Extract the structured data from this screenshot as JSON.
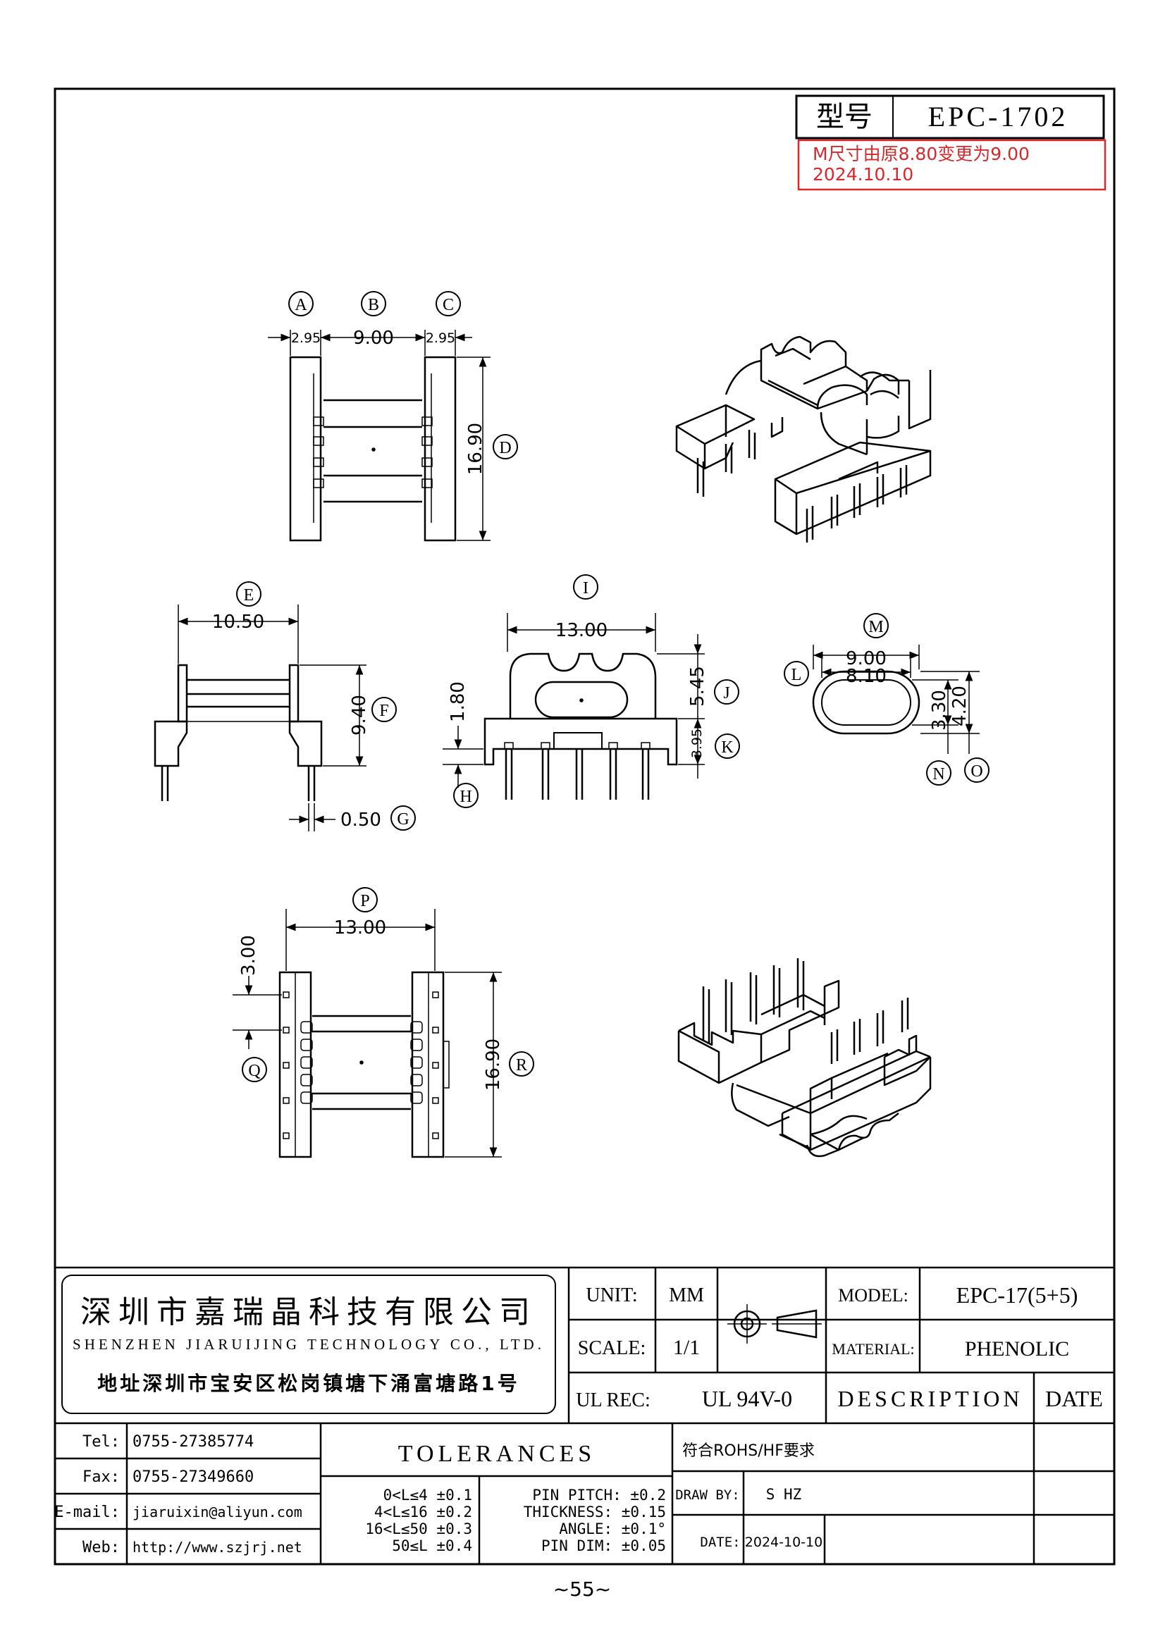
{
  "title_block": {
    "model_label": "型号",
    "model_value": "EPC-1702",
    "revision_line1": "M尺寸由原8.80变更为9.00",
    "revision_line2": "2024.10.10"
  },
  "callouts": [
    "A",
    "B",
    "C",
    "D",
    "E",
    "F",
    "G",
    "H",
    "I",
    "J",
    "K",
    "L",
    "M",
    "N",
    "O",
    "P",
    "Q",
    "R"
  ],
  "dimensions": {
    "a": "2.95",
    "b": "9.00",
    "c": "2.95",
    "d": "16.90",
    "e": "10.50",
    "f": "9.40",
    "g": "0.50",
    "i": "13.00",
    "h": "1.80",
    "j": "5.45",
    "k": "3.95",
    "m1": "9.00",
    "m2": "8.10",
    "n": "3.30",
    "o": "4.20",
    "p": "13.00",
    "q": "3.00",
    "r": "16.90"
  },
  "company": {
    "name_cn": "深圳市嘉瑞晶科技有限公司",
    "name_en": "SHENZHEN JIARUIJING TECHNOLOGY CO., LTD.",
    "address": "地址深圳市宝安区松岗镇塘下涌富塘路1号"
  },
  "specs": {
    "unit_label": "UNIT:",
    "unit_value": "MM",
    "scale_label": "SCALE:",
    "scale_value": "1/1",
    "ul_label": "UL REC:",
    "ul_value": "UL 94V-0",
    "model_label": "MODEL:",
    "model_value": "EPC-17(5+5)",
    "material_label": "MATERIAL:",
    "material_value": "PHENOLIC",
    "description_header": "DESCRIPTION",
    "date_header": "DATE"
  },
  "contact": {
    "tel_label": "Tel:",
    "tel_value": "0755-27385774",
    "fax_label": "Fax:",
    "fax_value": "0755-27349660",
    "email_label": "E-mail:",
    "email_value": "jiaruixin@aliyun.com",
    "web_label": "Web:",
    "web_value": "http://www.szjrj.net"
  },
  "tolerances": {
    "title": "TOLERANCES",
    "range1": "0<L≤4 ±0.1",
    "range2": "4<L≤16 ±0.2",
    "range3": "16<L≤50 ±0.3",
    "range4": "50≤L ±0.4",
    "pin_pitch": "PIN PITCH: ±0.2",
    "thickness": "THICKNESS: ±0.15",
    "angle": "ANGLE: ±0.1°",
    "pin_dim": "PIN DIM: ±0.05"
  },
  "compliance": "符合ROHS/HF要求",
  "draw": {
    "drawby_label": "DRAW BY:",
    "drawby_value": "S HZ",
    "date_label": "DATE:",
    "date_value": "2024-10-10"
  },
  "page_number": "~55~",
  "colors": {
    "revision": "#d8282c",
    "ink": "#000000"
  }
}
